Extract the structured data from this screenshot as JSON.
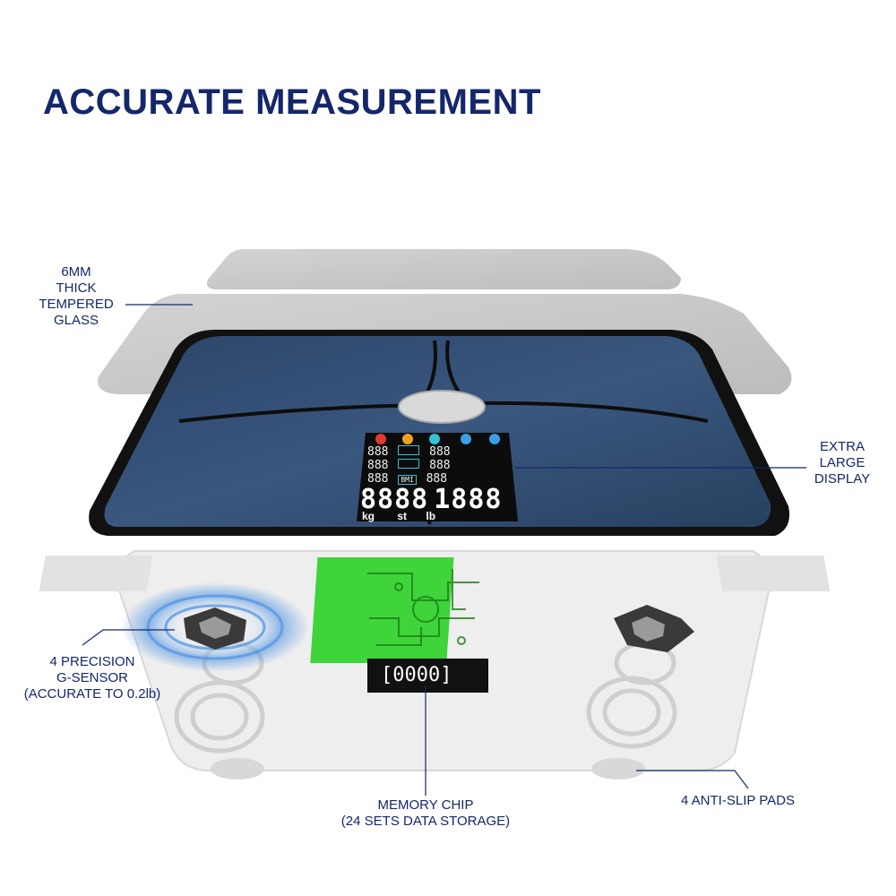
{
  "title": "ACCURATE MEASUREMENT",
  "callouts": {
    "glass": [
      "6MM",
      "THICK",
      "TEMPERED",
      "GLASS"
    ],
    "display": [
      "EXTRA",
      "LARGE",
      "DISPLAY"
    ],
    "sensor": [
      "4 PRECISION",
      "G-SENSOR",
      "(ACCURATE TO 0.2lb)"
    ],
    "chip": [
      "MEMORY CHIP",
      "(24 SETS DATA STORAGE)"
    ],
    "pads": [
      "4 ANTI-SLIP PADS"
    ]
  },
  "display_readout": {
    "main": "8888",
    "secondary": "1888",
    "small_rows": [
      "888",
      "888",
      "888",
      "888",
      "888",
      "888"
    ],
    "units": [
      "kg",
      "st",
      "lb"
    ],
    "bmi": "BMI"
  },
  "colors": {
    "title": "#14276b",
    "scale_top": "#2f4a72",
    "glass_layer": "#c8c8c8",
    "chip": "#3fd43a",
    "sensor_ring": "#4a90e2"
  }
}
